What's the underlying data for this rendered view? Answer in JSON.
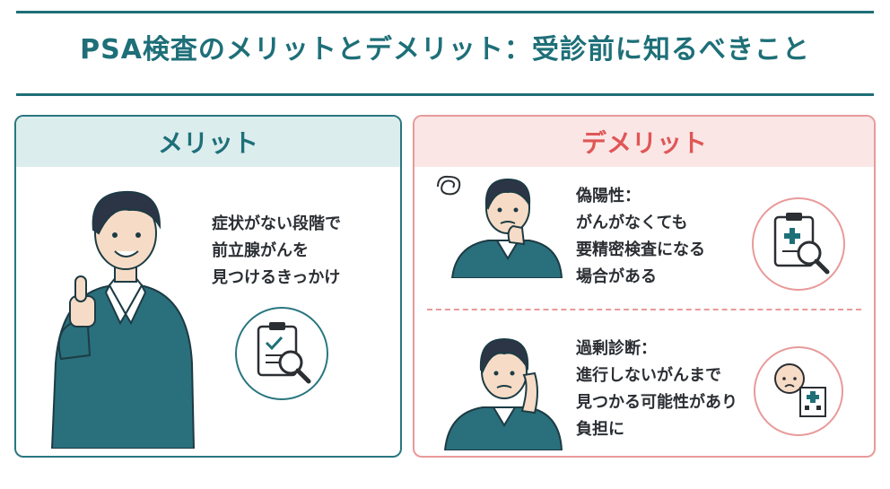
{
  "title": "PSA検査のメリットとデメリット：受診前に知るべきこと",
  "colors": {
    "teal": "#1e6f78",
    "coral": "#e05656",
    "merit_header_bg": "#dcedee",
    "demerit_header_bg": "#fbe6e6",
    "sweater": "#2a6f7c",
    "hair": "#2c3546"
  },
  "merit": {
    "heading": "メリット",
    "lines": [
      "症状がない段階で",
      "前立腺がんを",
      "見つけるきっかけ"
    ],
    "illustration": "man-thumbs-up",
    "icon": "clipboard-checkmark-magnifier-icon"
  },
  "demerit": {
    "heading": "デメリット",
    "items": [
      {
        "lines": [
          "偽陽性：",
          "がんがなくても",
          "要精密検査になる",
          "場合がある"
        ],
        "illustration": "man-worried-hand-on-chin",
        "icon": "clipboard-medical-cross-magnifier-icon"
      },
      {
        "lines": [
          "過剰診断：",
          "進行しないがんまで",
          "見つかる可能性があり",
          "負担に"
        ],
        "illustration": "man-troubled-hand-on-cheek",
        "icon": "worried-face-hospital-icon"
      }
    ]
  }
}
